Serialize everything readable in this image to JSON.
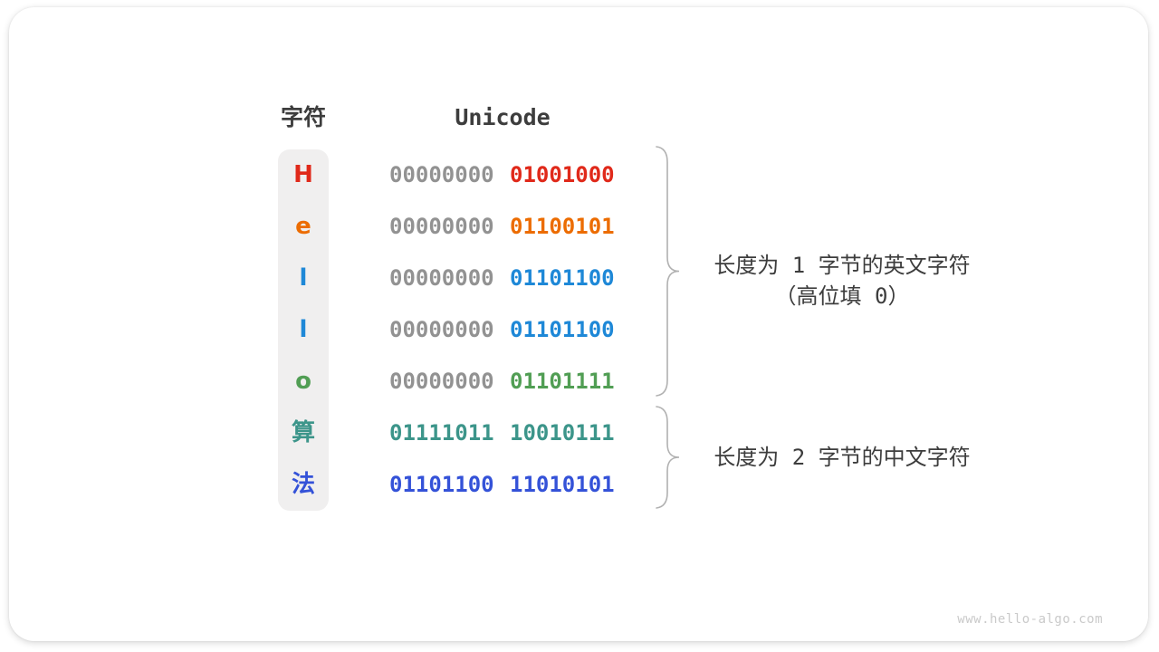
{
  "figure": {
    "headers": {
      "char": "字符",
      "unicode": "Unicode"
    },
    "rows": [
      {
        "char": "H",
        "color": "#e0291a",
        "byte_high": "00000000",
        "byte_low": "01001000",
        "high_is_padding": true
      },
      {
        "char": "e",
        "color": "#ec6c00",
        "byte_high": "00000000",
        "byte_low": "01100101",
        "high_is_padding": true
      },
      {
        "char": "l",
        "color": "#1e88d7",
        "byte_high": "00000000",
        "byte_low": "01101100",
        "high_is_padding": true
      },
      {
        "char": "l",
        "color": "#1e88d7",
        "byte_high": "00000000",
        "byte_low": "01101100",
        "high_is_padding": true
      },
      {
        "char": "o",
        "color": "#519e54",
        "byte_high": "00000000",
        "byte_low": "01101111",
        "high_is_padding": true
      },
      {
        "char": "算",
        "color": "#3c958a",
        "byte_high": "01111011",
        "byte_low": "10010111",
        "high_is_padding": false
      },
      {
        "char": "法",
        "color": "#3452d8",
        "byte_high": "01101100",
        "byte_low": "11010101",
        "high_is_padding": false
      }
    ],
    "padding_color": "#929292",
    "annotations": {
      "english": {
        "line1": "长度为 1 字节的英文字符",
        "line2": "（高位填 0）"
      },
      "chinese": {
        "line1": "长度为 2 字节的中文字符"
      }
    },
    "watermark": "www.hello-algo.com"
  }
}
